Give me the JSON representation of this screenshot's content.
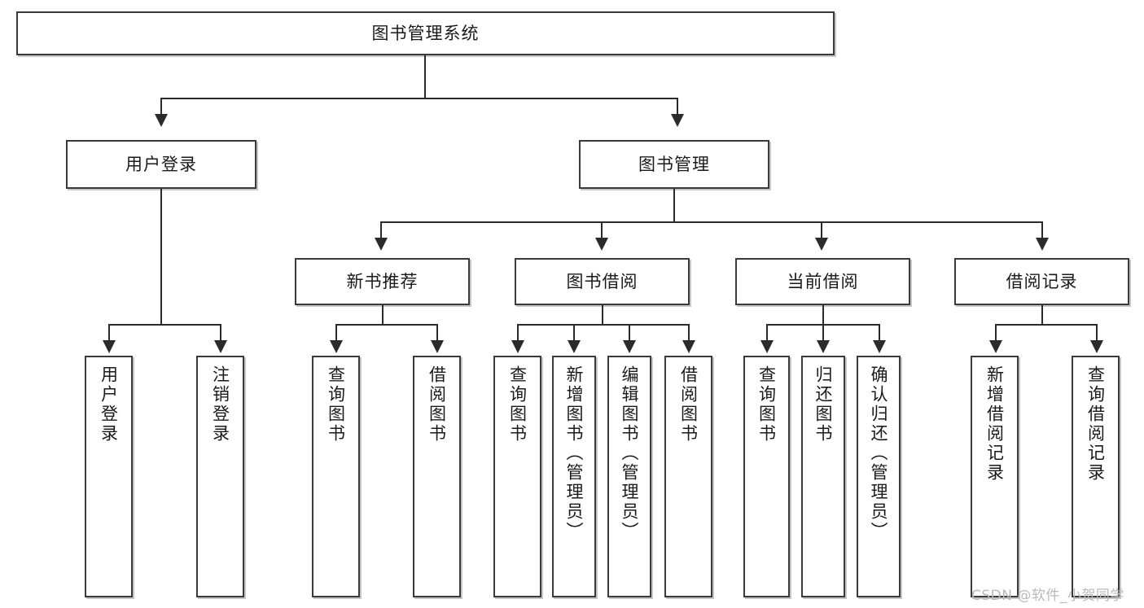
{
  "diagram": {
    "title": "图书管理系统",
    "type": "hierarchy-tree",
    "orientation": "top-down",
    "colors": {
      "box_border": "#3a3a3a",
      "connector": "#2b2b2b",
      "background": "#ffffff",
      "watermark": "#b9b9b9"
    },
    "root": {
      "id": "root",
      "label": "图书管理系统"
    },
    "level2": [
      {
        "id": "user-login",
        "label": "用户登录"
      },
      {
        "id": "book-management",
        "label": "图书管理"
      }
    ],
    "level3": [
      {
        "id": "new-book-recommend",
        "label": "新书推荐",
        "parent": "book-management"
      },
      {
        "id": "book-borrow",
        "label": "图书借阅",
        "parent": "book-management"
      },
      {
        "id": "current-borrow",
        "label": "当前借阅",
        "parent": "book-management"
      },
      {
        "id": "borrow-record",
        "label": "借阅记录",
        "parent": "book-management"
      }
    ],
    "leaves": {
      "user-login": [
        {
          "id": "leaf-user-login",
          "label": "用户登录"
        },
        {
          "id": "leaf-user-logout",
          "label": "注销登录"
        }
      ],
      "new-book-recommend": [
        {
          "id": "leaf-query-book-1",
          "label": "查询图书"
        },
        {
          "id": "leaf-borrow-book-1",
          "label": "借阅图书"
        }
      ],
      "book-borrow": [
        {
          "id": "leaf-query-book-2",
          "label": "查询图书"
        },
        {
          "id": "leaf-add-book",
          "label": "新增图书（管理员）"
        },
        {
          "id": "leaf-edit-book",
          "label": "编辑图书（管理员）"
        },
        {
          "id": "leaf-borrow-book-2",
          "label": "借阅图书"
        }
      ],
      "current-borrow": [
        {
          "id": "leaf-query-book-3",
          "label": "查询图书"
        },
        {
          "id": "leaf-return-book",
          "label": "归还图书"
        },
        {
          "id": "leaf-confirm-return",
          "label": "确认归还（管理员）"
        }
      ],
      "borrow-record": [
        {
          "id": "leaf-add-record",
          "label": "新增借阅记录"
        },
        {
          "id": "leaf-query-record",
          "label": "查询借阅记录"
        }
      ]
    }
  },
  "watermark": {
    "text": "CSDN @软件_小贺同学"
  }
}
